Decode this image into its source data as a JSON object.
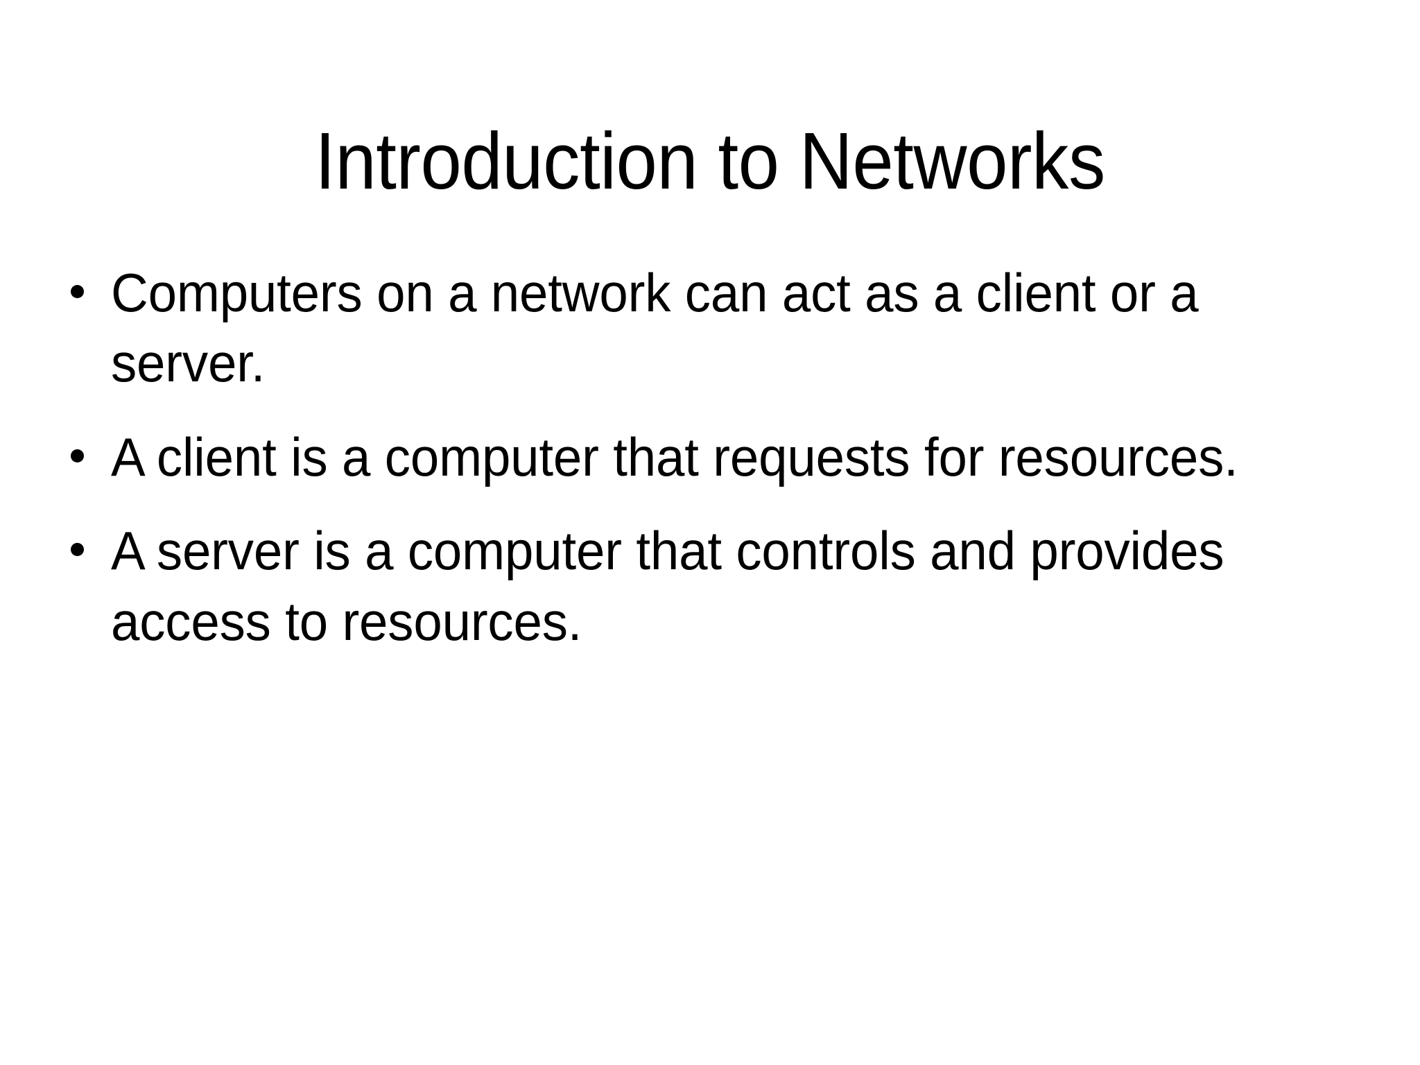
{
  "slide": {
    "background_color": "#FFFFFF",
    "text_color": "#000000",
    "title": "Introduction to Networks",
    "bullet_glyph": "•",
    "bullets": [
      {
        "text": "Computers on a network can act as a client or a server."
      },
      {
        "text": "A client is a computer that requests for resources."
      },
      {
        "text": "A server is a computer that controls and provides access to resources."
      }
    ]
  }
}
